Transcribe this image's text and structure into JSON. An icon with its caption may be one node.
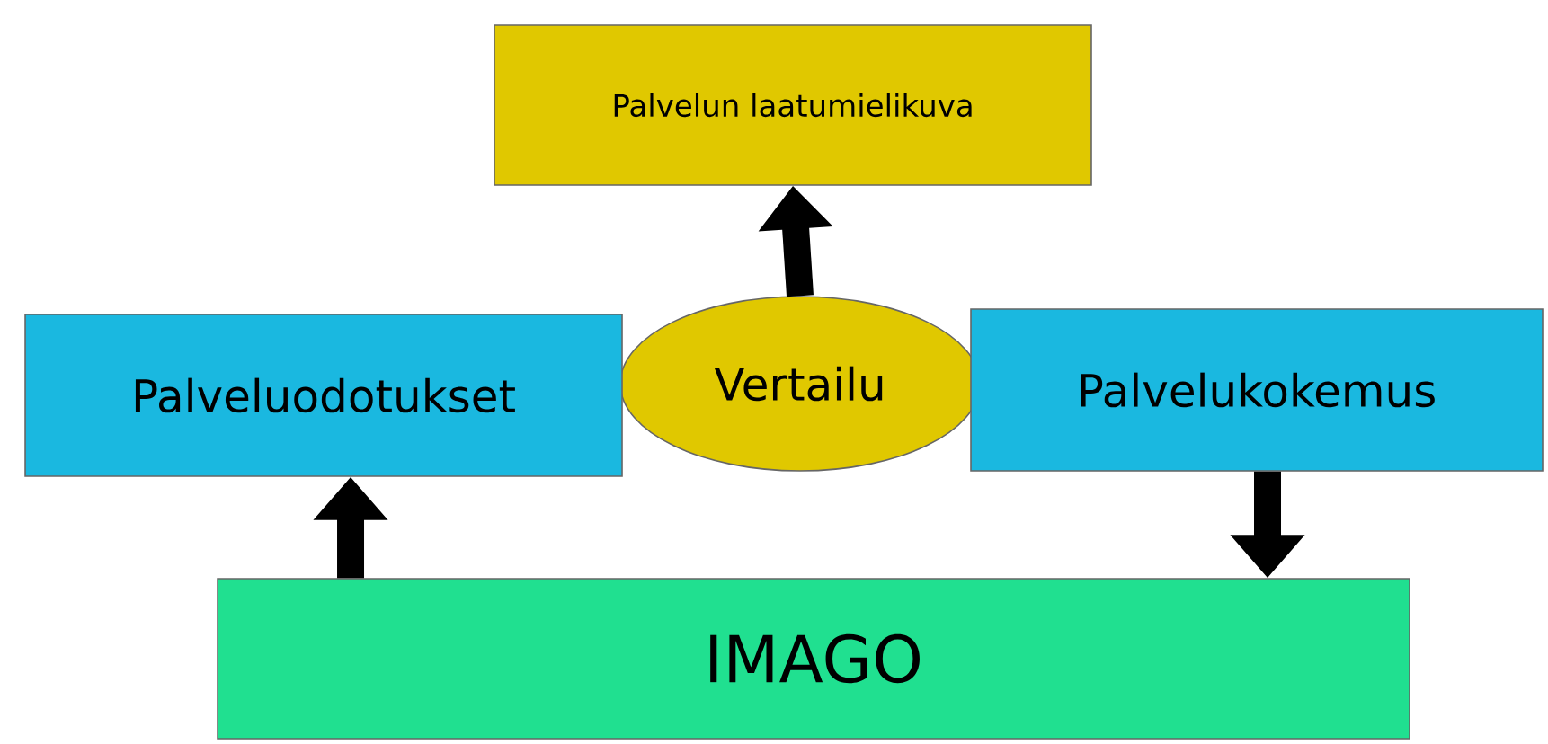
{
  "diagram": {
    "nodes": [
      {
        "text": [
          "Palvelun laatumielikuva"
        ]
      },
      {
        "text": [
          "Palveluodotukset"
        ]
      },
      {
        "text": [
          "Vertailu"
        ]
      },
      {
        "text": [
          "Palvelukokemus"
        ]
      },
      {
        "text": [
          "IMAGO"
        ]
      }
    ],
    "edges": [
      {
        "from": 2,
        "to": 0,
        "arrow": "to"
      },
      {
        "from": 4,
        "to": 1,
        "arrow": "to"
      },
      {
        "from": 3,
        "to": 4,
        "arrow": "to"
      }
    ]
  }
}
